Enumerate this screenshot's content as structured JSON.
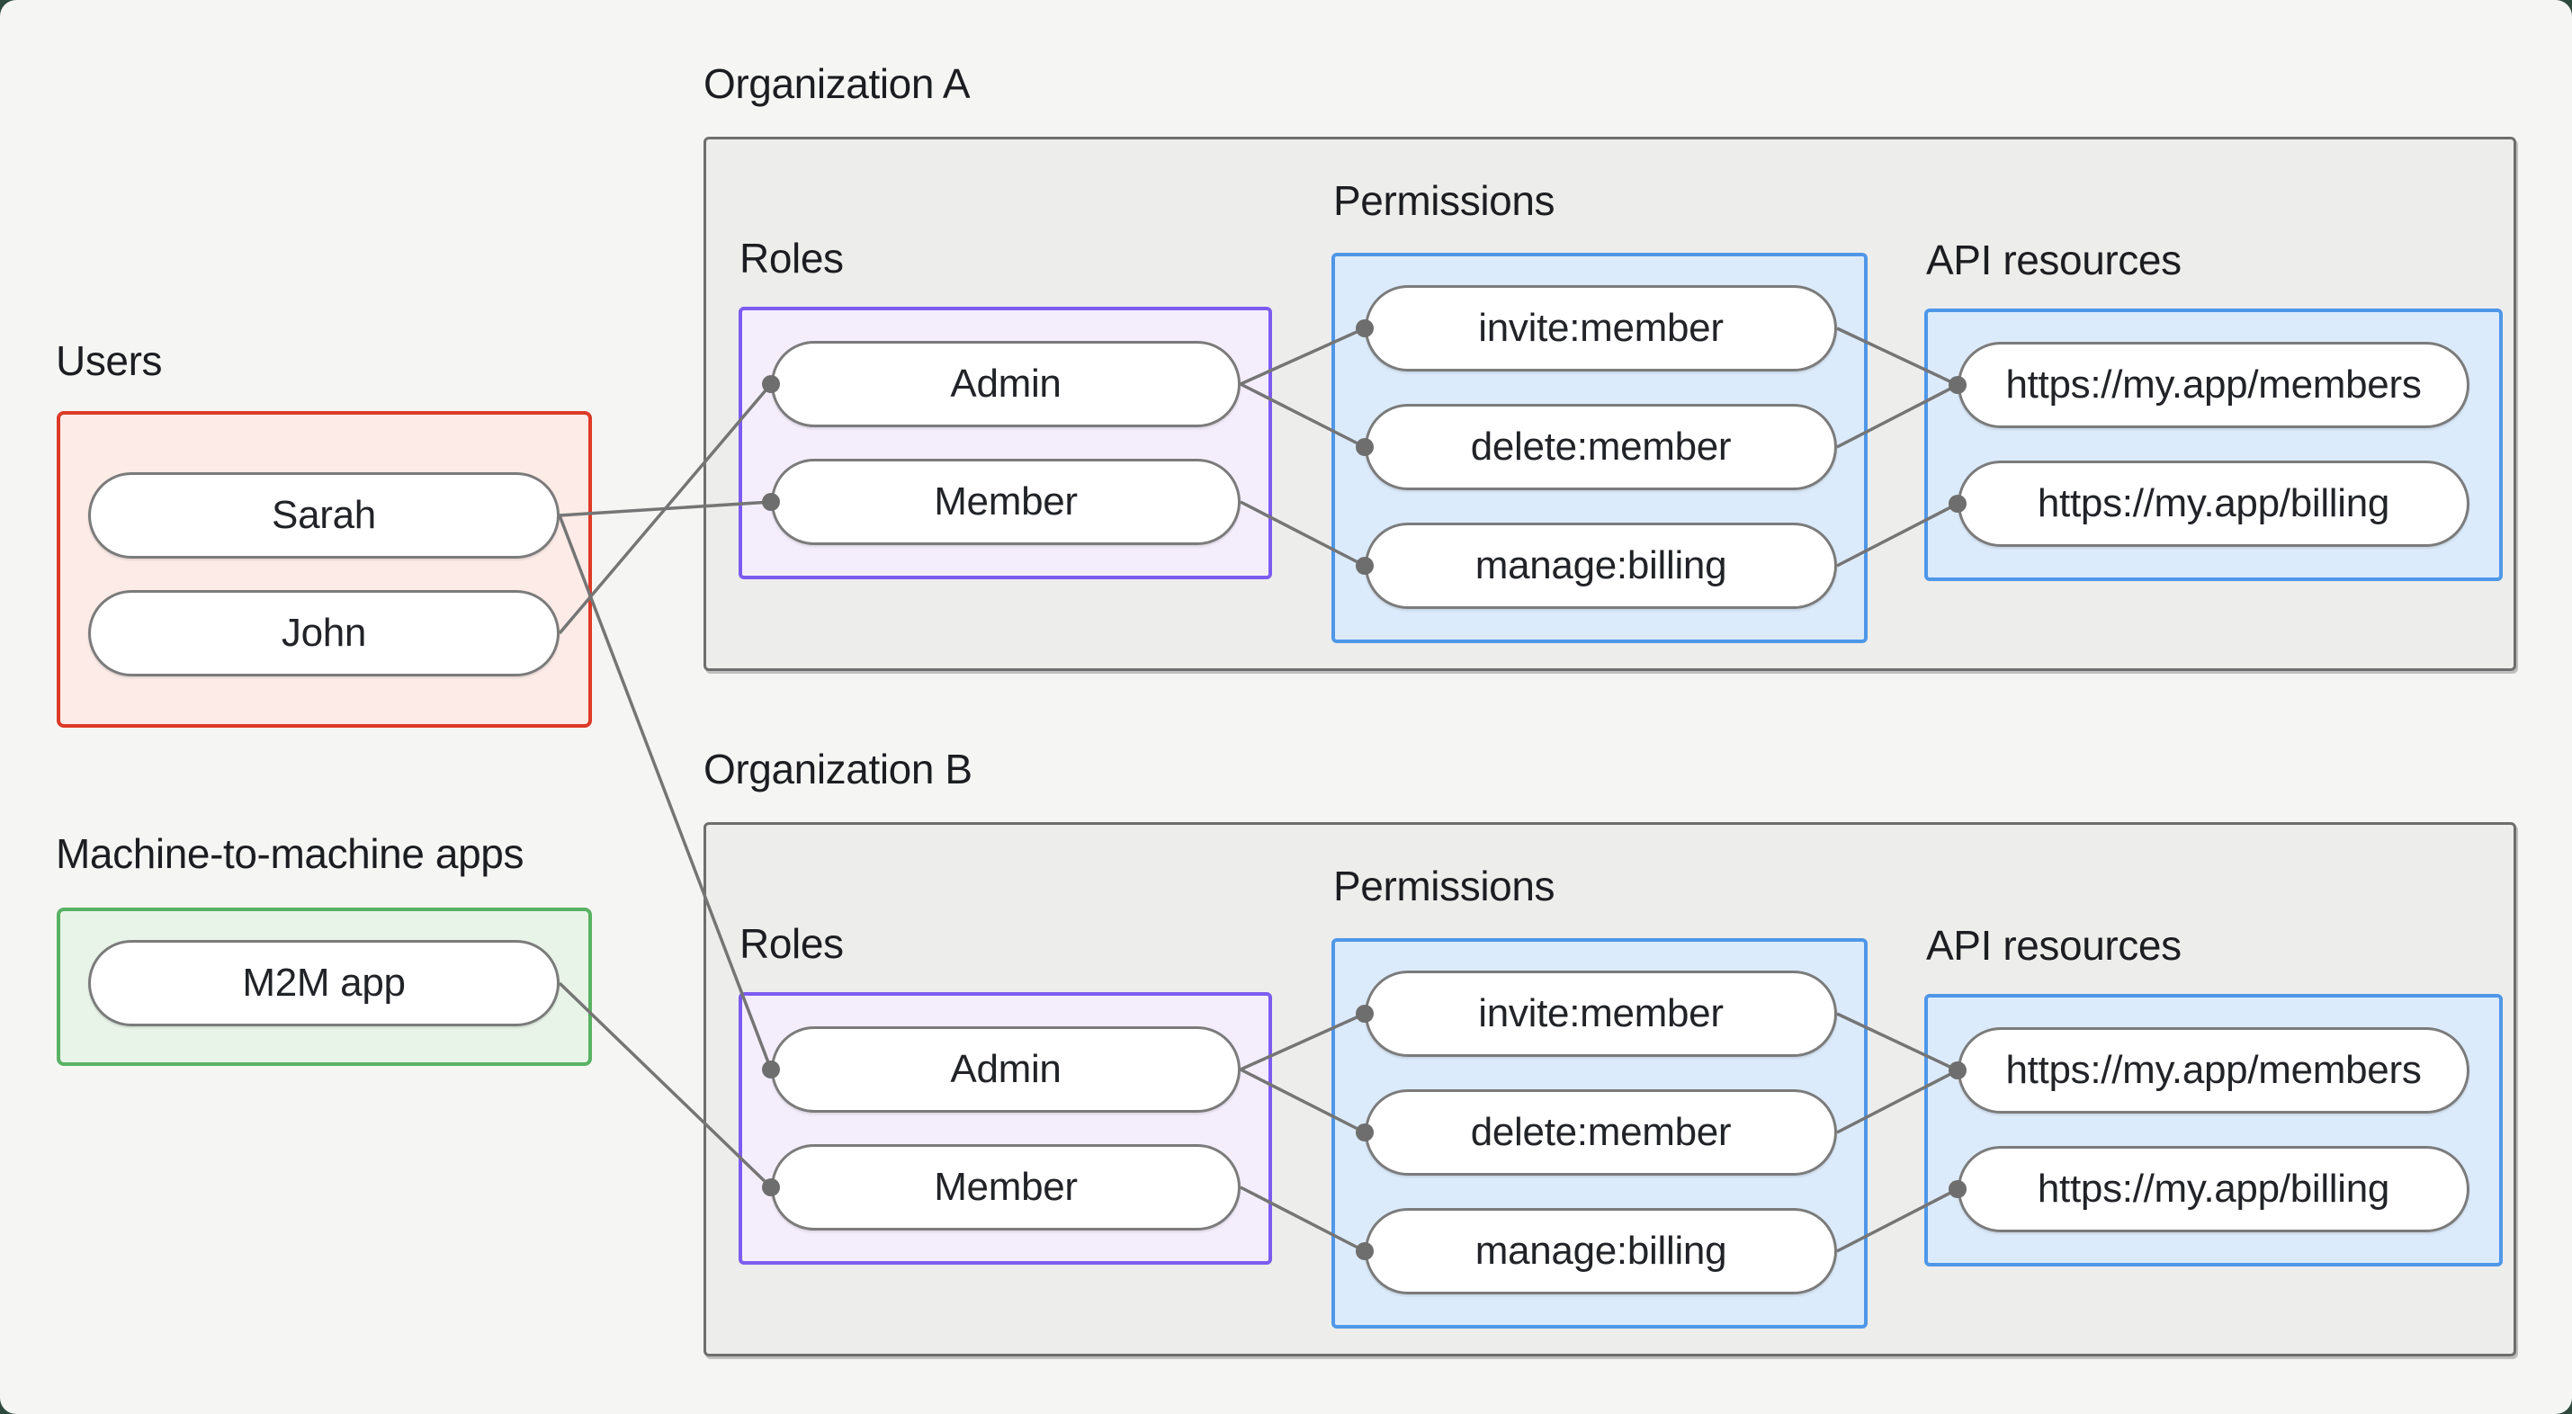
{
  "users": {
    "label": "Users",
    "items": [
      "Sarah",
      "John"
    ]
  },
  "m2m": {
    "label": "Machine-to-machine apps",
    "items": [
      "M2M app"
    ]
  },
  "orgs": [
    {
      "title": "Organization A",
      "roles": {
        "label": "Roles",
        "items": [
          "Admin",
          "Member"
        ]
      },
      "permissions": {
        "label": "Permissions",
        "items": [
          "invite:member",
          "delete:member",
          "manage:billing"
        ]
      },
      "api": {
        "label": "API resources",
        "items": [
          "https://my.app/members",
          "https://my.app/billing"
        ]
      }
    },
    {
      "title": "Organization B",
      "roles": {
        "label": "Roles",
        "items": [
          "Admin",
          "Member"
        ]
      },
      "permissions": {
        "label": "Permissions",
        "items": [
          "invite:member",
          "delete:member",
          "manage:billing"
        ]
      },
      "api": {
        "label": "API resources",
        "items": [
          "https://my.app/members",
          "https://my.app/billing"
        ]
      }
    }
  ],
  "connections": [
    {
      "from": "Sarah",
      "to": "Organization A / Member"
    },
    {
      "from": "Sarah",
      "to": "Organization B / Admin"
    },
    {
      "from": "John",
      "to": "Organization A / Admin"
    },
    {
      "from": "M2M app",
      "to": "Organization B / Member"
    },
    {
      "from": "Organization A / Admin",
      "to": "invite:member"
    },
    {
      "from": "Organization A / Admin",
      "to": "delete:member"
    },
    {
      "from": "Organization A / Member",
      "to": "manage:billing"
    },
    {
      "from": "Organization A / invite:member",
      "to": "https://my.app/members"
    },
    {
      "from": "Organization A / delete:member",
      "to": "https://my.app/members"
    },
    {
      "from": "Organization A / manage:billing",
      "to": "https://my.app/billing"
    },
    {
      "from": "Organization B / Admin",
      "to": "invite:member"
    },
    {
      "from": "Organization B / Admin",
      "to": "delete:member"
    },
    {
      "from": "Organization B / Member",
      "to": "manage:billing"
    },
    {
      "from": "Organization B / invite:member",
      "to": "https://my.app/members"
    },
    {
      "from": "Organization B / delete:member",
      "to": "https://my.app/members"
    },
    {
      "from": "Organization B / manage:billing",
      "to": "https://my.app/billing"
    }
  ],
  "colors": {
    "page_bg": "#f5f6f4",
    "outer_corner_bg": "#2d4a3c",
    "users_border": "#dd3a26",
    "users_fill": "#fcebe7",
    "m2m_border": "#58b263",
    "m2m_fill": "#e9f4e8",
    "roles_border": "#7c5cf0",
    "roles_fill": "#f4eefc",
    "blue_border": "#4f97e8",
    "blue_fill": "#dcebfb",
    "org_border": "#6e6e6e",
    "org_fill": "#ededeb",
    "edge_line": "#757575",
    "pill_border": "#7b7b7b",
    "text": "#1c1d20"
  }
}
